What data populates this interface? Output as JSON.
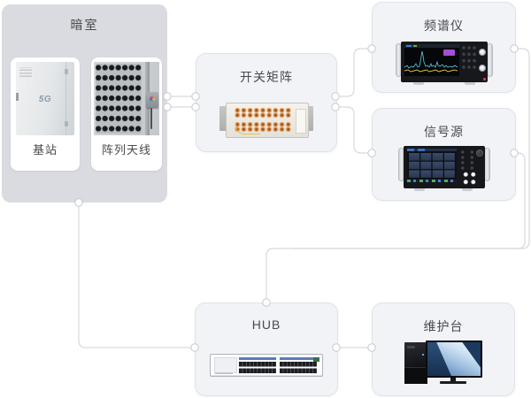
{
  "colors": {
    "page-bg": "#ffffff",
    "chamber-bg": "#d9dbe0",
    "node-bg": "#f2f3f6",
    "node-border": "#e0e2e8",
    "card-bg": "#ffffff",
    "connector-line": "#d7d9de",
    "port-fill": "#ffffff",
    "port-border": "#c7c9d0",
    "title-text": "#4a4a4d",
    "matrix-connector-orange": "#cf7d3c",
    "cable-yellow": "#e6c53e"
  },
  "nodes": {
    "chamber": {
      "title": "暗室"
    },
    "base_station": {
      "label": "基站",
      "logo": "5G"
    },
    "antenna": {
      "label": "阵列天线"
    },
    "switch_matrix": {
      "title": "开关矩阵"
    },
    "spectrum_analyzer": {
      "title": "频谱仪"
    },
    "signal_source": {
      "title": "信号源"
    },
    "hub": {
      "title": "HUB"
    },
    "console": {
      "title": "维护台"
    }
  },
  "connections": [
    {
      "from": "chamber",
      "to": "switch_matrix",
      "lines": 2
    },
    {
      "from": "switch_matrix",
      "to": "spectrum_analyzer",
      "lines": 1
    },
    {
      "from": "switch_matrix",
      "to": "signal_source",
      "lines": 1
    },
    {
      "from": "spectrum_analyzer",
      "to": "hub",
      "lines": 1
    },
    {
      "from": "signal_source",
      "to": "hub",
      "lines": 1
    },
    {
      "from": "chamber",
      "to": "hub",
      "lines": 1
    },
    {
      "from": "hub",
      "to": "console",
      "lines": 1
    }
  ]
}
